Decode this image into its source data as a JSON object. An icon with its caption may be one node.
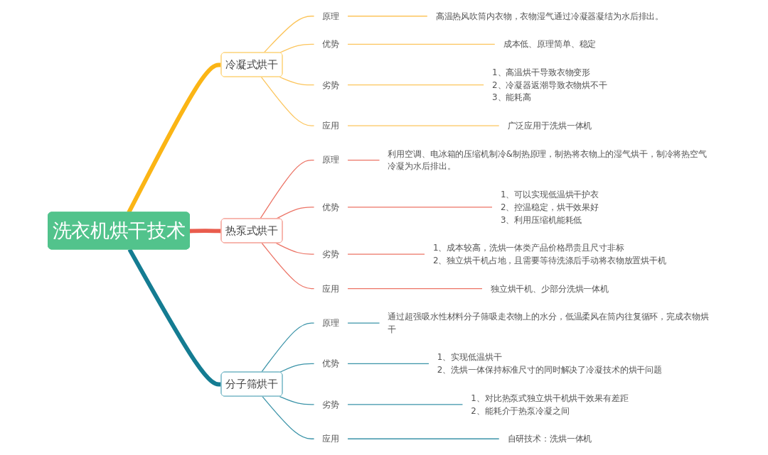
{
  "diagram": {
    "nodes": [
      {
        "text": [
          "洗衣机烘干技术"
        ]
      },
      {
        "text": [
          "冷凝式烘干"
        ]
      },
      {
        "text": [
          "原理"
        ]
      },
      {
        "text": [
          "高温热风吹筒内衣物，衣物湿气通过冷凝器凝结为水后排出。"
        ]
      },
      {
        "text": [
          "优势"
        ]
      },
      {
        "text": [
          "成本低、原理简单、稳定"
        ]
      },
      {
        "text": [
          "劣势"
        ]
      },
      {
        "text": [
          "1、高温烘干导致衣物变形",
          "2、冷凝器返潮导致衣物烘不干",
          "3、能耗高"
        ]
      },
      {
        "text": [
          "应用"
        ]
      },
      {
        "text": [
          "广泛应用于洗烘一体机"
        ]
      },
      {
        "text": [
          "热泵式烘干"
        ]
      },
      {
        "text": [
          "原理"
        ]
      },
      {
        "text": [
          "利用空调、电冰箱的压缩机制冷&制热原理，制热将衣物上的湿气烘干，制冷将热空气冷凝为水后排出。"
        ]
      },
      {
        "text": [
          "优势"
        ]
      },
      {
        "text": [
          "1、可以实现低温烘干护衣",
          "2、控温稳定，烘干效果好",
          "3、利用压缩机能耗低"
        ]
      },
      {
        "text": [
          "劣势"
        ]
      },
      {
        "text": [
          "1、成本较高，洗烘一体类产品价格昂贵且尺寸非标",
          "2、独立烘干机占地，且需要等待洗涤后手动将衣物放置烘干机"
        ]
      },
      {
        "text": [
          "应用"
        ]
      },
      {
        "text": [
          "独立烘干机、少部分洗烘一体机"
        ]
      },
      {
        "text": [
          "分子筛烘干"
        ]
      },
      {
        "text": [
          "原理"
        ]
      },
      {
        "text": [
          "通过超强吸水性材料分子筛吸走衣物上的水分，低温柔风在筒内往复循环，完成衣物烘干"
        ]
      },
      {
        "text": [
          "优势"
        ]
      },
      {
        "text": [
          "1、实现低温烘干",
          "2、洗烘一体保持标准尺寸的同时解决了冷凝技术的烘干问题"
        ]
      },
      {
        "text": [
          "劣势"
        ]
      },
      {
        "text": [
          "1、对比热泵式独立烘干机烘干效果有差距",
          "2、能耗介于热泵冷凝之间"
        ]
      },
      {
        "text": [
          "应用"
        ]
      },
      {
        "text": [
          "自研技术：洗烘一体机"
        ]
      }
    ],
    "edges": [
      {
        "from": 0,
        "to": 1,
        "arrow": "none",
        "style": "thick",
        "color": "#fbb515"
      },
      {
        "from": 1,
        "to": 2,
        "arrow": "none",
        "color": "#fcc55c"
      },
      {
        "from": 2,
        "to": 3,
        "arrow": "none",
        "color": "#fcc55c"
      },
      {
        "from": 1,
        "to": 4,
        "arrow": "none",
        "color": "#fcc55c"
      },
      {
        "from": 4,
        "to": 5,
        "arrow": "none",
        "color": "#fcc55c"
      },
      {
        "from": 1,
        "to": 6,
        "arrow": "none",
        "color": "#fcc55c"
      },
      {
        "from": 6,
        "to": 7,
        "arrow": "none",
        "color": "#fcc55c"
      },
      {
        "from": 1,
        "to": 8,
        "arrow": "none",
        "color": "#fcc55c"
      },
      {
        "from": 8,
        "to": 9,
        "arrow": "none",
        "color": "#fcc55c"
      },
      {
        "from": 0,
        "to": 10,
        "arrow": "none",
        "style": "thick",
        "color": "#e95c4d"
      },
      {
        "from": 10,
        "to": 11,
        "arrow": "none",
        "color": "#ec7365"
      },
      {
        "from": 11,
        "to": 12,
        "arrow": "none",
        "color": "#ec7365"
      },
      {
        "from": 10,
        "to": 13,
        "arrow": "none",
        "color": "#ec7365"
      },
      {
        "from": 13,
        "to": 14,
        "arrow": "none",
        "color": "#ec7365"
      },
      {
        "from": 10,
        "to": 15,
        "arrow": "none",
        "color": "#ec7365"
      },
      {
        "from": 15,
        "to": 16,
        "arrow": "none",
        "color": "#ec7365"
      },
      {
        "from": 10,
        "to": 17,
        "arrow": "none",
        "color": "#ec7365"
      },
      {
        "from": 17,
        "to": 18,
        "arrow": "none",
        "color": "#ec7365"
      },
      {
        "from": 0,
        "to": 19,
        "arrow": "none",
        "style": "thick",
        "color": "#147c92"
      },
      {
        "from": 19,
        "to": 20,
        "arrow": "none",
        "color": "#3a93a8"
      },
      {
        "from": 20,
        "to": 21,
        "arrow": "none",
        "color": "#3a93a8"
      },
      {
        "from": 19,
        "to": 22,
        "arrow": "none",
        "color": "#3a93a8"
      },
      {
        "from": 22,
        "to": 23,
        "arrow": "none",
        "color": "#3a93a8"
      },
      {
        "from": 19,
        "to": 24,
        "arrow": "none",
        "color": "#3a93a8"
      },
      {
        "from": 24,
        "to": 25,
        "arrow": "none",
        "color": "#3a93a8"
      },
      {
        "from": 19,
        "to": 26,
        "arrow": "none",
        "color": "#3a93a8"
      },
      {
        "from": 26,
        "to": 27,
        "arrow": "none",
        "color": "#3a93a8"
      }
    ]
  }
}
